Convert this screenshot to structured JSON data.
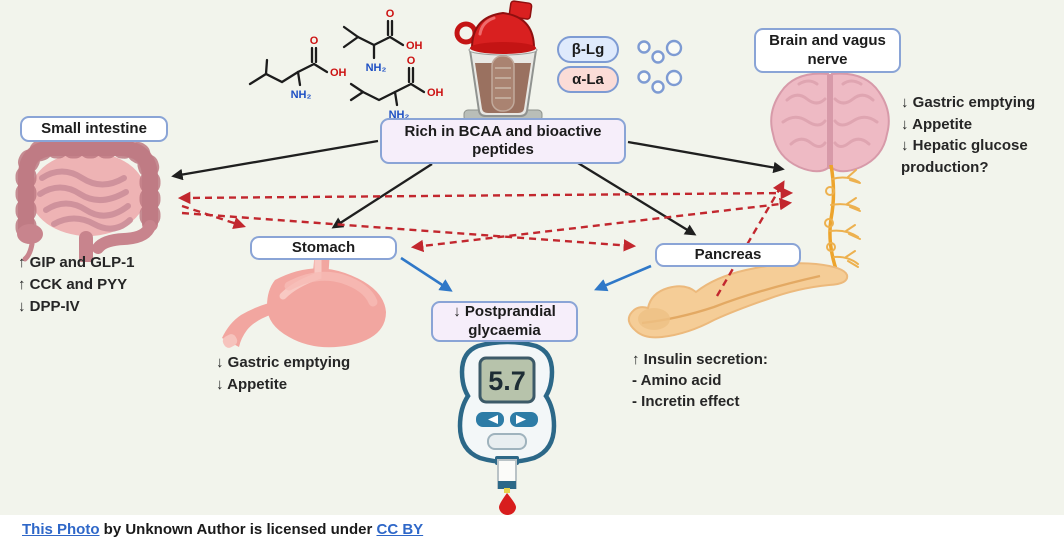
{
  "header": {
    "shake_label": "Rich in BCAA and bioactive peptides"
  },
  "proteins": {
    "beta_lg": "β-Lg",
    "alpha_la": "α-La"
  },
  "chem": {
    "o": "O",
    "oh": "OH",
    "nh2": "NH₂"
  },
  "organs": {
    "small_intestine": {
      "label": "Small intestine",
      "effects": [
        "↑ GIP and GLP-1",
        "↑ CCK and PYY",
        "↓ DPP-IV"
      ]
    },
    "stomach": {
      "label": "Stomach",
      "effects": [
        "↓ Gastric emptying",
        "↓ Appetite"
      ]
    },
    "pancreas": {
      "label": "Pancreas",
      "effects": [
        "↑ Insulin secretion:",
        "- Amino acid",
        "- Incretin effect"
      ]
    },
    "brain": {
      "label": "Brain and vagus nerve",
      "effects": [
        "↓ Gastric emptying",
        "↓ Appetite",
        "↓ Hepatic glucose production?"
      ]
    }
  },
  "outcome": {
    "label": "↓ Postprandial glycaemia",
    "meter_reading": "5.7"
  },
  "caption": {
    "link_photo": "This Photo",
    "middle": " by Unknown Author is licensed under ",
    "link_license": "CC BY"
  },
  "colors": {
    "background": "#f2f4ec",
    "box_border": "#8aa4d6",
    "arrow_black": "#1f1f1f",
    "arrow_red": "#c2272e",
    "arrow_blue": "#2f78c8",
    "beta_lg_fill": "#dfeafc",
    "alpha_la_fill": "#fbdcd7",
    "link_blue": "#2e67c8"
  }
}
